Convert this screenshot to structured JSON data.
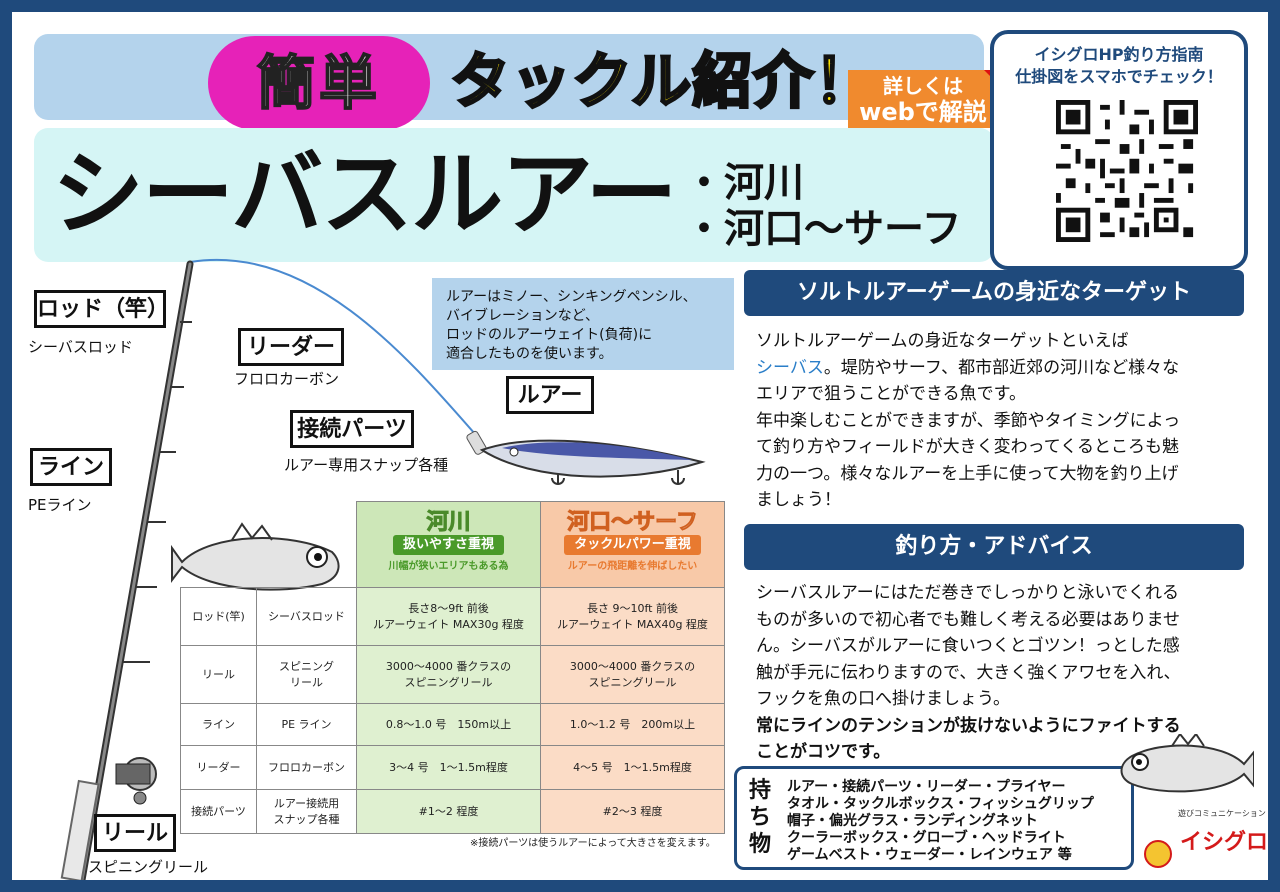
{
  "header": {
    "kantan": "簡単",
    "title": "タックル紹介！",
    "web_badge_line1": "詳しくは",
    "web_badge_line2": "webで解説",
    "main_title": "シーバスルアー",
    "sub1": "・河川",
    "sub2": "・河口〜サーフ"
  },
  "qr": {
    "line1": "イシグロHP釣り方指南",
    "line2": "仕掛図をスマホでチェック！"
  },
  "labels": {
    "rod": "ロッド（竿）",
    "rod_sub": "シーバスロッド",
    "line": "ライン",
    "line_sub": "PEライン",
    "leader": "リーダー",
    "leader_sub": "フロロカーボン",
    "parts": "接続パーツ",
    "parts_sub": "ルアー専用スナップ各種",
    "lure": "ルアー",
    "reel": "リール",
    "reel_sub": "スピニングリール"
  },
  "note": {
    "l1": "ルアーはミノー、シンキングペンシル、",
    "l2": "バイブレーションなど、",
    "l3": "ロッドのルアーウェイト(負荷)に",
    "l4": "適合したものを使います。"
  },
  "table": {
    "river": {
      "name": "河川",
      "tag": "扱いやすさ重視",
      "note": "川幅が狭いエリアもある為"
    },
    "estuary": {
      "name": "河口〜サーフ",
      "tag": "タックルパワー重視",
      "note": "ルアーの飛距離を伸ばしたい"
    },
    "rows": [
      {
        "item": "ロッド(竿)",
        "type": "シーバスロッド",
        "river1": "長さ8〜9ft 前後",
        "river2": "ルアーウェイト MAX30g 程度",
        "est1": "長さ 9〜10ft 前後",
        "est2": "ルアーウェイト MAX40g 程度"
      },
      {
        "item": "リール",
        "type": "スピニング",
        "type2": "リール",
        "river1": "3000〜4000 番クラスの",
        "river2": "スピニングリール",
        "est1": "3000〜4000 番クラスの",
        "est2": "スピニングリール"
      },
      {
        "item": "ライン",
        "type": "PE ライン",
        "river1": "0.8〜1.0 号　150m以上",
        "river2": "",
        "est1": "1.0〜1.2 号　200m以上",
        "est2": ""
      },
      {
        "item": "リーダー",
        "type": "フロロカーボン",
        "river1": "3〜4 号　1〜1.5m程度",
        "river2": "",
        "est1": "4〜5 号　1〜1.5m程度",
        "est2": ""
      },
      {
        "item": "接続パーツ",
        "type": "ルアー接続用",
        "type2": "スナップ各種",
        "river1": "#1〜2 程度",
        "river2": "",
        "est1": "#2〜3 程度",
        "est2": ""
      }
    ],
    "footnote": "※接続パーツは使うルアーによって大きさを変えます。"
  },
  "section1": {
    "heading": "ソルトルアーゲームの身近なターゲット",
    "l1": "ソルトルアーゲームの身近なターゲットといえば",
    "l2a": "シーバス",
    "l2b": "。堤防やサーフ、都市部近郊の河川など様々な",
    "l3": "エリアで狙うことができる魚です。",
    "l4": "年中楽しむことができますが、季節やタイミングによっ",
    "l5": "て釣り方やフィールドが大きく変わってくるところも魅",
    "l6": "力の一つ。様々なルアーを上手に使って大物を釣り上げ",
    "l7": "ましょう！"
  },
  "section2": {
    "heading": "釣り方・アドバイス",
    "l1": "シーバスルアーにはただ巻きでしっかりと泳いでくれる",
    "l2": "ものが多いので初心者でも難しく考える必要はありませ",
    "l3": "ん。シーバスがルアーに食いつくとゴツン！っとした感",
    "l4": "触が手元に伝わりますので、大きく強くアワセを入れ、",
    "l5": "フックを魚の口へ掛けましょう。",
    "l6": "常にラインのテンションが抜けないようにファイトする",
    "l7": "ことがコツです。"
  },
  "mochimono": {
    "label": "持ち物",
    "l1": "ルアー・接続パーツ・リーダー・プライヤー",
    "l2": "タオル・タックルボックス・フィッシュグリップ",
    "l3": "帽子・偏光グラス・ランディングネット",
    "l4": "クーラーボックス・グローブ・ヘッドライト",
    "l5": "ゲームベスト・ウェーダー・レインウェア 等"
  },
  "logo": {
    "small": "遊びコミュニケーション",
    "name": "イシグロ"
  },
  "colors": {
    "navy": "#1f4a7c",
    "pink": "#e622b8",
    "yellow": "#ffe600",
    "orange": "#f08a2e",
    "green": "#4a9a2a",
    "highlight": "#2a7ec8"
  }
}
